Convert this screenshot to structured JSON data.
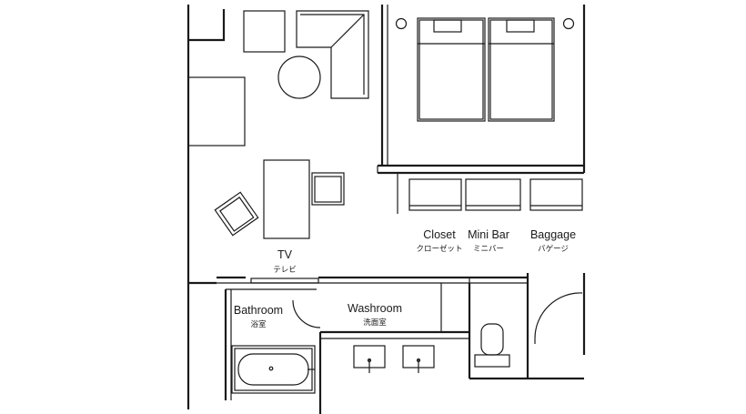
{
  "labels": {
    "tv": "TV",
    "tv_jp": "テレビ",
    "closet": "Closet",
    "closet_jp": "クローゼット",
    "minibar": "Mini Bar",
    "minibar_jp": "ミニバー",
    "baggage": "Baggage",
    "baggage_jp": "バゲージ",
    "bathroom": "Bathroom",
    "bathroom_jp": "浴室",
    "washroom": "Washroom",
    "washroom_jp": "洗面室"
  },
  "colors": {
    "line": "#1a1a1a",
    "background": "#ffffff"
  }
}
